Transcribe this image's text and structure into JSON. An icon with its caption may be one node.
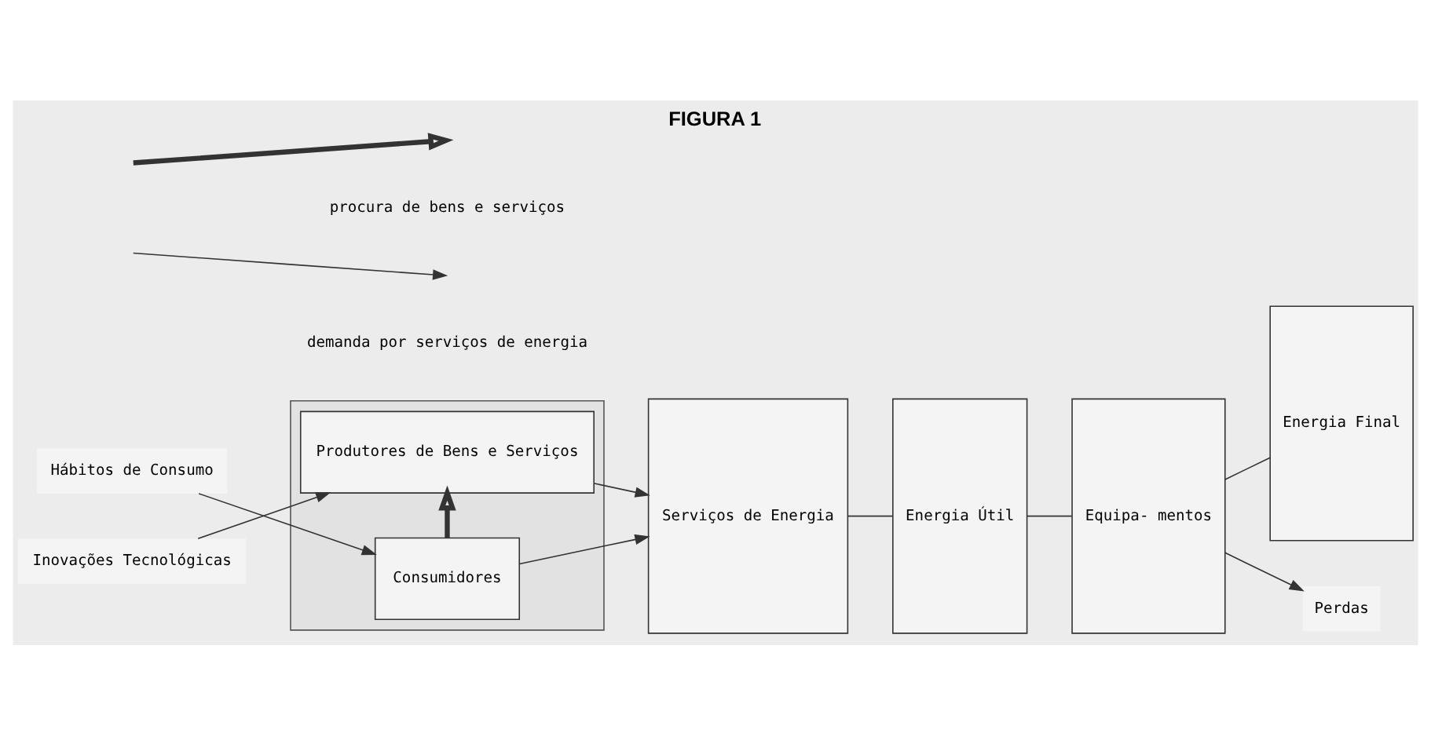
{
  "diagram": {
    "title": "FIGURA 1",
    "nodes": [
      {
        "text": [],
        "shape": "box"
      },
      {
        "text": [
          "Hábitos de Consumo"
        ]
      },
      {
        "text": [
          "Consumidores"
        ],
        "in": 0
      },
      {
        "text": [
          "Inovações Tecnológicas"
        ]
      },
      {
        "text": [
          "Produtores de Bens e Serviços"
        ],
        "in": 0
      },
      {
        "text": [
          "Serviços de Energia"
        ]
      },
      {
        "text": [
          "Energia Útil"
        ]
      },
      {
        "text": [
          "Equipa- mentos"
        ]
      },
      {
        "text": [
          "Energia Final"
        ]
      },
      {
        "text": [
          "Perdas"
        ]
      }
    ],
    "edges": [
      {
        "from": 1,
        "to": 2,
        "arrow": "to"
      },
      {
        "from": 3,
        "to": 4,
        "arrow": "to"
      },
      {
        "from": 2,
        "to": 4,
        "arrow": "to",
        "style": "thick"
      },
      {
        "from": 2,
        "to": 5,
        "arrow": "to"
      },
      {
        "from": 4,
        "to": 5,
        "arrow": "to"
      },
      {
        "from": 5,
        "to": 6,
        "arrow": "none"
      },
      {
        "from": 6,
        "to": 7,
        "arrow": "none"
      },
      {
        "from": 7,
        "to": 8,
        "arrow": "none"
      },
      {
        "from": 7,
        "to": 9,
        "arrow": "to"
      }
    ],
    "legend": [
      {
        "text": "procura de bens e serviços"
      },
      {
        "text": "demanda por serviços de energia"
      }
    ]
  }
}
